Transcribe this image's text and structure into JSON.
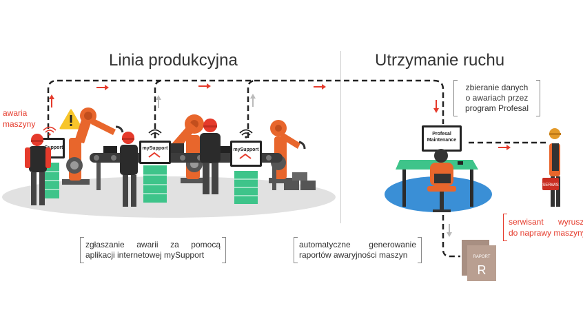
{
  "titles": {
    "left": "Linia produkcyjna",
    "right": "Utrzymanie ruchu"
  },
  "notes": {
    "awaria_line1": "awaria",
    "awaria_line2": "maszyny",
    "zbieranie": [
      "zbieranie danych",
      "o awariach przez",
      "program Profesal"
    ],
    "zglaszanie": [
      "zgłaszanie awarii za pomocą",
      "aplikacji internetowej mySupport"
    ],
    "automatyczne": [
      "automatyczne generowanie",
      "raportów awaryjności maszyn"
    ],
    "serwisant": [
      "serwisant wyrusza",
      "do naprawy maszyny"
    ]
  },
  "labels": {
    "mysupport": "mySupport",
    "profesal_1": "Profesal",
    "profesal_2": "Maintenance",
    "serwis": "SERWIS",
    "raport": "RAPORT",
    "raport_letter": "R"
  },
  "colors": {
    "red": "#e53a2b",
    "orange": "#e8662c",
    "green": "#3ec48a",
    "blue_floor": "#3a8fd6",
    "dark": "#2b2b2b",
    "gray": "#9a9a9a"
  }
}
